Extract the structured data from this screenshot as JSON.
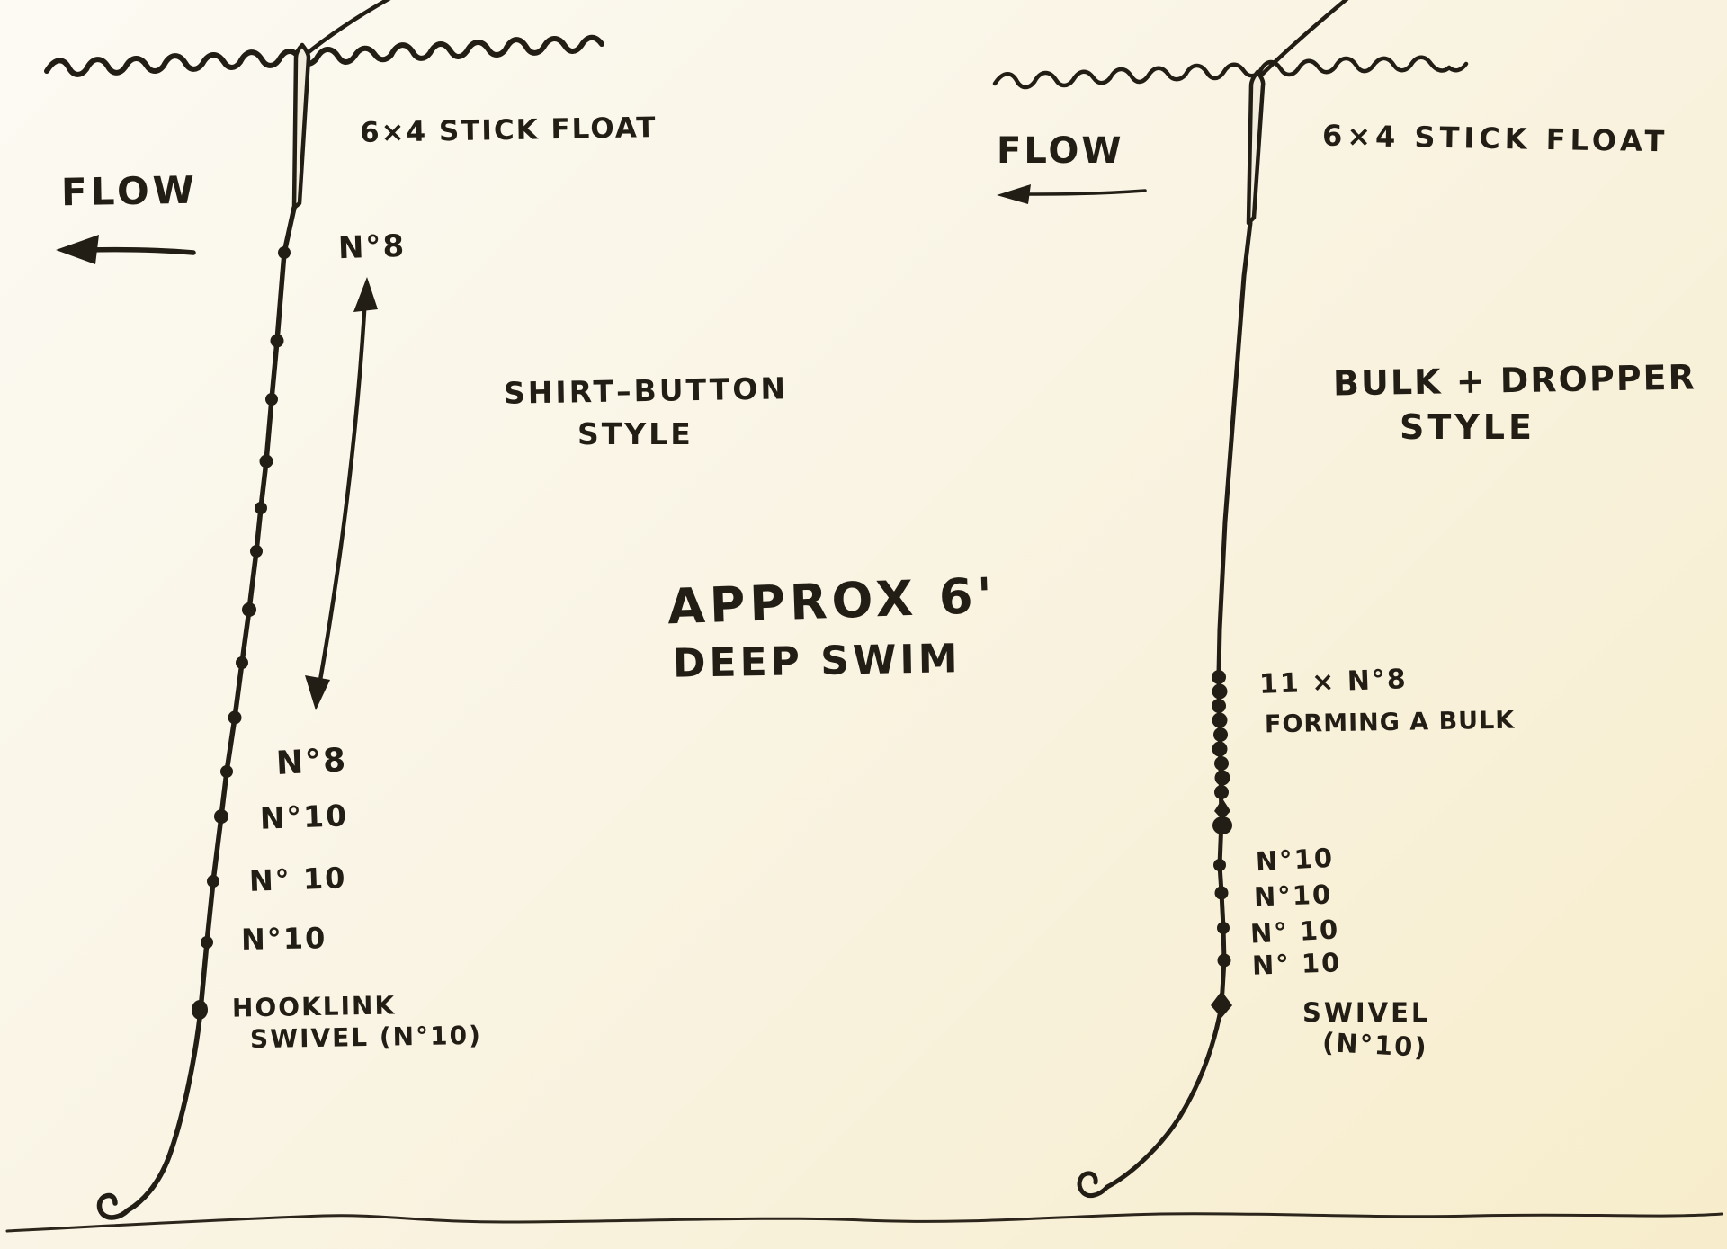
{
  "palette": {
    "paper": "#f9f4e3",
    "ink": "#221d15"
  },
  "left_rig": {
    "flow_label": "FLOW",
    "float_label": "6×4 STICK FLOAT",
    "style_line1": "SHIRT–BUTTON",
    "style_line2": "STYLE",
    "top_shot_label": "N°8",
    "shot_labels": [
      "N°8",
      "N°10",
      "N° 10",
      "N°10"
    ],
    "hooklink_line1": "HOOKLINK",
    "hooklink_line2": "SWIVEL (N°10)"
  },
  "center": {
    "depth_line1": "APPROX 6'",
    "depth_line2": "DEEP SWIM"
  },
  "right_rig": {
    "flow_label": "FLOW",
    "float_label": "6×4 STICK FLOAT",
    "style_line1": "BULK + DROPPER",
    "style_line2": "STYLE",
    "bulk_line1": "11 × N°8",
    "bulk_line2": "FORMING A BULK",
    "dropper_labels": [
      "N°10",
      "N°10",
      "N° 10",
      "N° 10"
    ],
    "swivel_line1": "SWIVEL",
    "swivel_line2": "(N°10)"
  }
}
